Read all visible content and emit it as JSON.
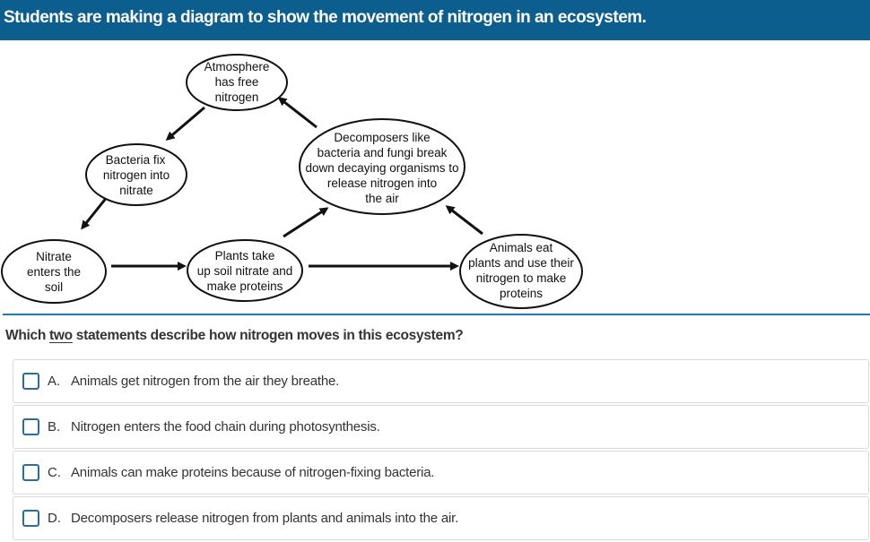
{
  "header": {
    "title": "Students are making a diagram to show the movement of nitrogen in an ecosystem."
  },
  "diagram": {
    "nodes": {
      "atmosphere": [
        "Atmosphere",
        "has free",
        "nitrogen"
      ],
      "bacteria": [
        "Bacteria fix",
        "nitrogen into",
        "nitrate"
      ],
      "decomposers": [
        "Decomposers like",
        "bacteria and fungi break",
        "down decaying organisms to",
        "release nitrogen into",
        "the air"
      ],
      "nitrate": [
        "Nitrate",
        "enters the",
        "soil"
      ],
      "plants": [
        "Plants take",
        "up soil nitrate and",
        "make proteins"
      ],
      "animals": [
        "Animals eat",
        "plants and use their",
        "nitrogen to make",
        "proteins"
      ]
    }
  },
  "question": {
    "prefix": "Which ",
    "keyword": "two",
    "suffix": " statements describe how nitrogen moves in this ecosystem?"
  },
  "options": [
    {
      "letter": "A.",
      "text": "Animals get nitrogen from the air they breathe.",
      "checked": false
    },
    {
      "letter": "B.",
      "text": "Nitrogen enters the food chain during photosynthesis.",
      "checked": false
    },
    {
      "letter": "C.",
      "text": "Animals can make proteins because of nitrogen-fixing bacteria.",
      "checked": false
    },
    {
      "letter": "D.",
      "text": "Decomposers release nitrogen from plants and animals into the air.",
      "checked": false
    }
  ],
  "colors": {
    "header_bg": "#0b5e8e",
    "accent": "#1d7db3",
    "checkbox_border": "#2d6d99"
  }
}
